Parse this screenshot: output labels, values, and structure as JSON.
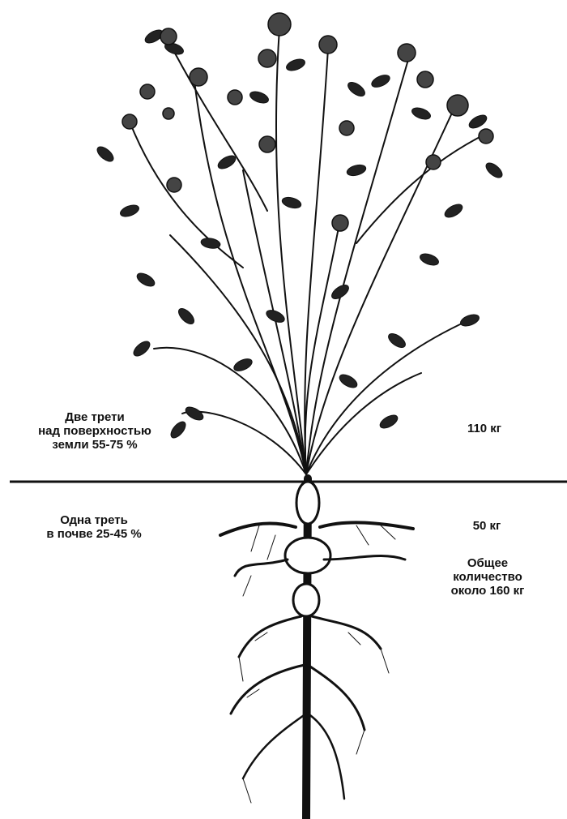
{
  "labels": {
    "above_ground": [
      "Две трети",
      "над поверхностью",
      "земли 55-75 %"
    ],
    "below_ground": [
      "Одна треть",
      "в почве 25-45 %"
    ],
    "above_mass": "110 кг",
    "below_mass": "50 кг",
    "total": [
      "Общее",
      "количество",
      "около  160 кг"
    ]
  },
  "colors": {
    "ink": "#111111",
    "background": "#ffffff"
  },
  "icons": {
    "plant": "clover-plant-illustration",
    "roots": "root-system-illustration"
  }
}
